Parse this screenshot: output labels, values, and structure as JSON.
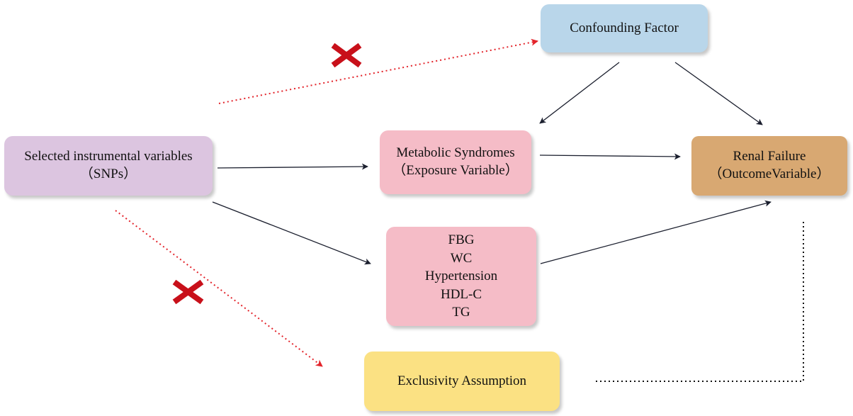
{
  "nodes": {
    "instruments": {
      "line1": "Selected instrumental variables",
      "line2": "（SNPs）",
      "color": "#dcc5e0"
    },
    "confounder": {
      "label": "Confounding Factor",
      "color": "#b9d6ea"
    },
    "exposure": {
      "line1": "Metabolic Syndromes",
      "line2": "（Exposure Variable）",
      "color": "#f5bcc7"
    },
    "outcome": {
      "line1": "Renal Failure",
      "line2": "（OutcomeVariable）",
      "color": "#d8a872"
    },
    "components": {
      "items": [
        "FBG",
        "WC",
        "Hypertension",
        "HDL-C",
        "TG"
      ],
      "color": "#f5bcc7"
    },
    "exclusivity": {
      "label": "Exclusivity Assumption",
      "color": "#fbe183"
    }
  },
  "edges": [
    {
      "from": "instruments",
      "to": "exposure",
      "style": "solid"
    },
    {
      "from": "instruments",
      "to": "components",
      "style": "solid"
    },
    {
      "from": "exposure",
      "to": "outcome",
      "style": "solid"
    },
    {
      "from": "components",
      "to": "outcome",
      "style": "solid"
    },
    {
      "from": "confounder",
      "to": "exposure",
      "style": "solid"
    },
    {
      "from": "confounder",
      "to": "outcome",
      "style": "solid"
    },
    {
      "from": "instruments",
      "to": "confounder",
      "style": "red-dotted",
      "blocked": true
    },
    {
      "from": "instruments",
      "to": "exclusivity",
      "style": "red-dotted",
      "blocked": true
    },
    {
      "from": "outcome",
      "to": "exclusivity",
      "style": "black-dotted"
    }
  ],
  "colors": {
    "arrow": "#1b1f2e",
    "blocked": "#e3242b",
    "cross": "#c8101a"
  }
}
